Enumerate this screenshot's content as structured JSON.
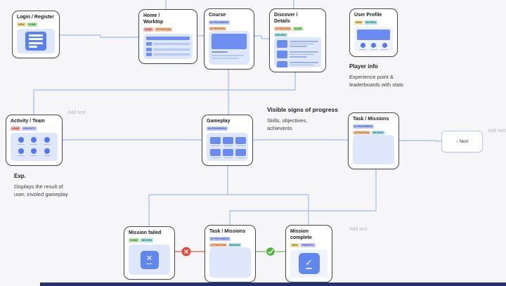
{
  "diagram": {
    "kind": "app-user-flow"
  },
  "colors": {
    "canvas_bg": "#f6f6f8",
    "card_border": "#47494e",
    "panel_blue": "#dee7fb",
    "accent_blue": "#6286ef",
    "connector": "#9fb9ea",
    "fail_red": "#e14b3d",
    "success_green": "#4db43e",
    "bottom_bar": "#25316b",
    "placeholder_grey": "#b8b9bd",
    "badge": {
      "new": {
        "bg": "#f0e3a0",
        "fg": "#6e5d12"
      },
      "done": {
        "bg": "#b7e6ac",
        "fg": "#2e6b27"
      },
      "asap": {
        "bg": "#f0b9b4",
        "fg": "#9c2f23"
      },
      "attention": {
        "bg": "#f5cda9",
        "fg": "#9c4a1e"
      },
      "in_progress": {
        "bg": "#bbcbf4",
        "fg": "#2f4fae"
      },
      "review": {
        "bg": "#b4e2e2",
        "fg": "#1f6f74"
      },
      "priority": {
        "bg": "#c7cdf6",
        "fg": "#4348a8"
      }
    }
  },
  "cards": {
    "login": {
      "title": "Login / Register",
      "badges": [
        "NEW",
        "DONE"
      ]
    },
    "home": {
      "title": "Home /\nWorktop",
      "badges": [
        "ASAP",
        "ATTENTION"
      ]
    },
    "course": {
      "title": "Course",
      "badges": [
        "IN PROGRESS",
        "ATTENTION"
      ]
    },
    "discover": {
      "title": "Discover /\nDetails",
      "badges": [
        "ATTENTION",
        "DONE",
        "REVIEW"
      ]
    },
    "profile": {
      "title": "User Profile",
      "badges": [
        "NEW",
        "REVIEW"
      ]
    },
    "activity": {
      "title": "Activity / Team",
      "badges": [
        "ASAP",
        "PRIORITY"
      ]
    },
    "gameplay": {
      "title": "Gameplay",
      "badges": [
        "IN PROGRESS"
      ]
    },
    "missions_mid": {
      "title": "Task / Missions",
      "badges": [
        "IN PROGRESS",
        "ATTENTION",
        "REVIEW"
      ]
    },
    "mission_failed": {
      "title": "Mission failed",
      "badges": [
        "DONE",
        "REVIEW"
      ]
    },
    "missions_bottom": {
      "title": "Task / Missions",
      "badges": [
        "IN PROGRESS",
        "ATTENTION",
        "REVIEW"
      ]
    },
    "mission_complete": {
      "title": "Mission\ncomplete",
      "badges": [
        "NEW",
        "PRIORITY"
      ]
    }
  },
  "annotations": {
    "player_info": {
      "heading": "Player info",
      "body": "Experience point &\nleaderboards with stats"
    },
    "exp": {
      "heading": "Exp.",
      "body": "Displays the result of\nuser, involed gameplay"
    },
    "progress": {
      "heading": "Visible signs of progress",
      "body": "Skills, objectives,\nachievents"
    },
    "placeholder_1": "Add text",
    "placeholder_2": "Add text",
    "placeholder_3": "Add text"
  },
  "next_button": {
    "icon": "↑",
    "label": "Next"
  }
}
